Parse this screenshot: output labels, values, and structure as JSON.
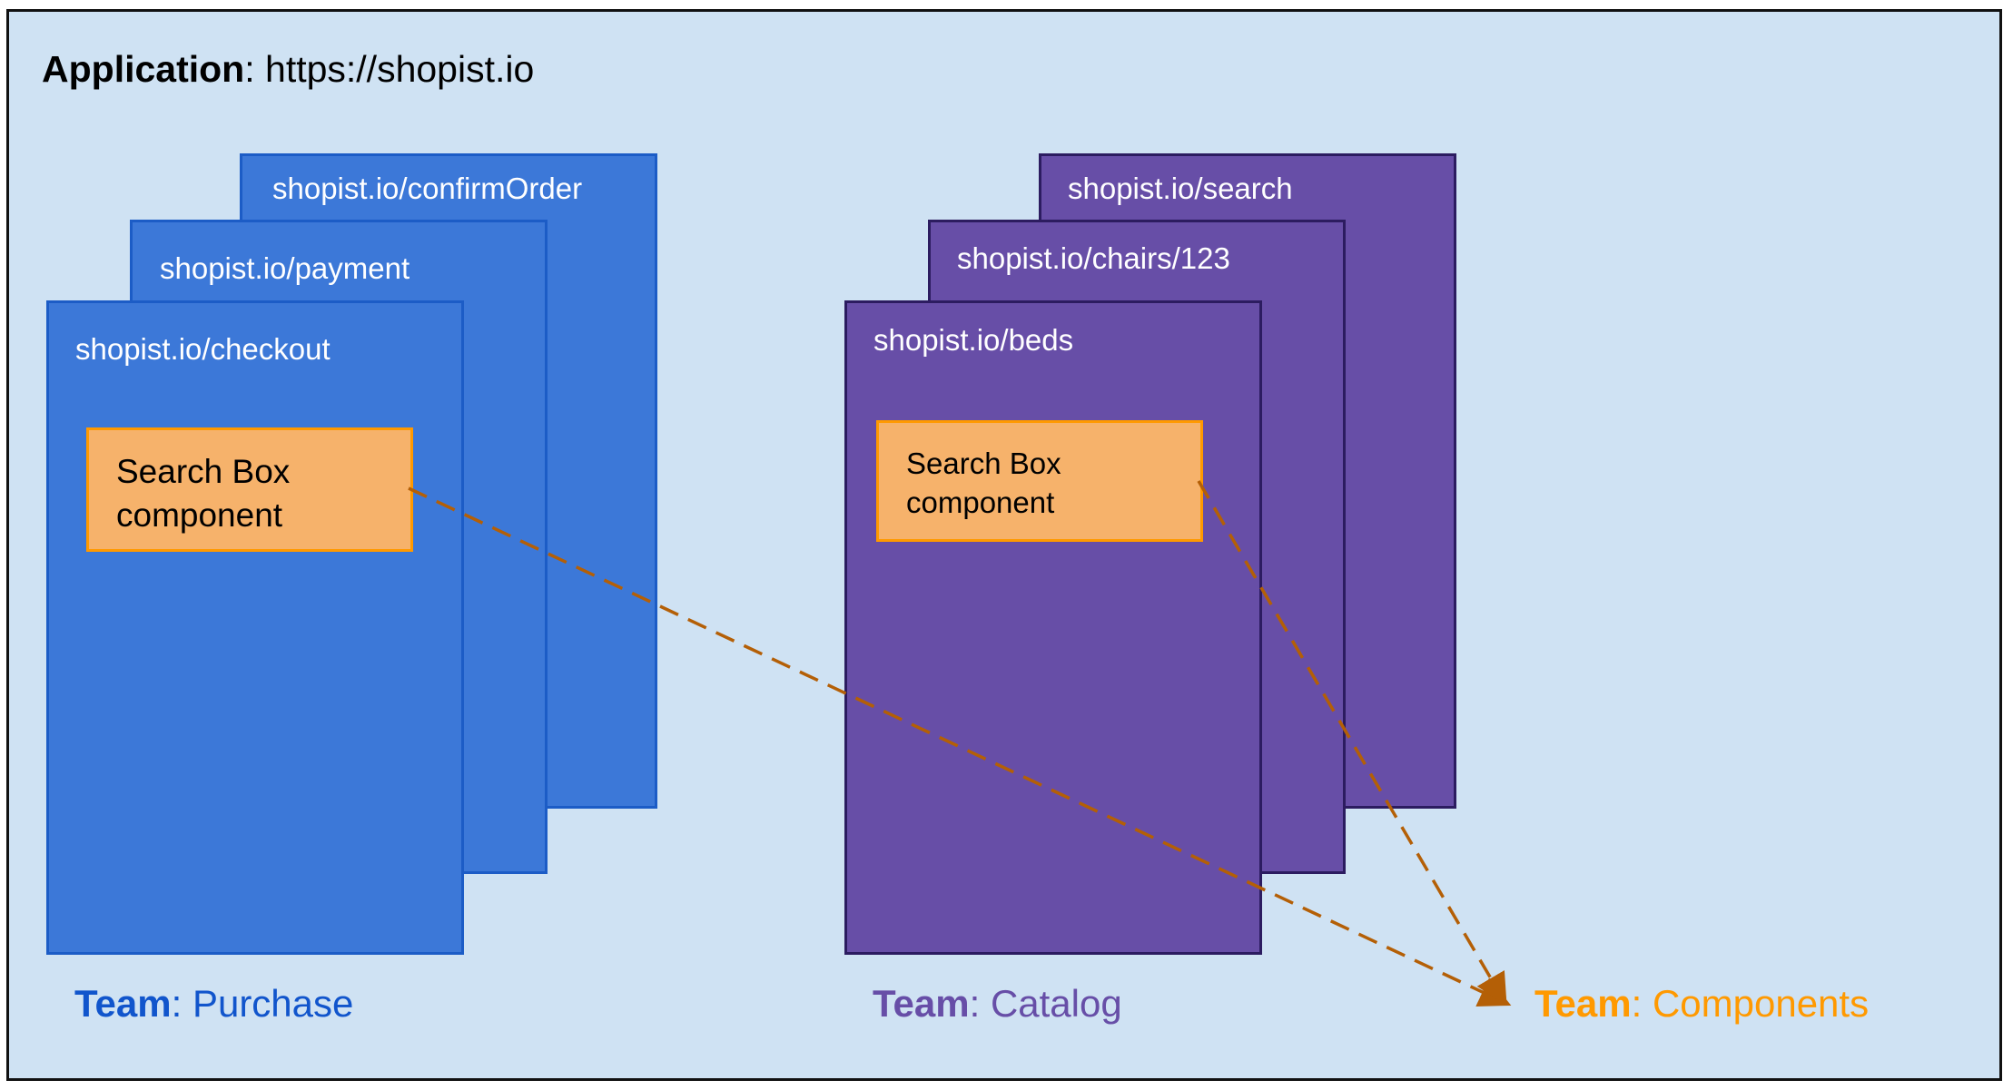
{
  "application": {
    "label": "Application",
    "separator": ":",
    "url": " https://shopist.io"
  },
  "purchase_pages": [
    {
      "label": "shopist.io/confirmOrder"
    },
    {
      "label": "shopist.io/payment"
    },
    {
      "label": "shopist.io/checkout"
    }
  ],
  "catalog_pages": [
    {
      "label": "shopist.io/search"
    },
    {
      "label": "shopist.io/chairs/123"
    },
    {
      "label": "shopist.io/beds"
    }
  ],
  "search_box_purchase": {
    "line1": "Search Box",
    "line2": "component"
  },
  "search_box_catalog": {
    "line1": "Search Box",
    "line2": "component"
  },
  "teams": {
    "purchase": {
      "key": "Team",
      "sep": ":",
      "name": " Purchase"
    },
    "catalog": {
      "key": "Team",
      "sep": ":",
      "name": " Catalog"
    },
    "components": {
      "key": "Team",
      "sep": ":",
      "name": " Components"
    }
  },
  "colors": {
    "background": "#cfe2f3",
    "purchase_page": "#3c78d8",
    "catalog_page": "#674ea7",
    "component_fill": "#f6b26b",
    "component_border": "#ff9900",
    "purchase_team": "#1155cc",
    "catalog_team": "#674ea7",
    "components_team": "#ff9900",
    "arrow": "#b45f06"
  }
}
